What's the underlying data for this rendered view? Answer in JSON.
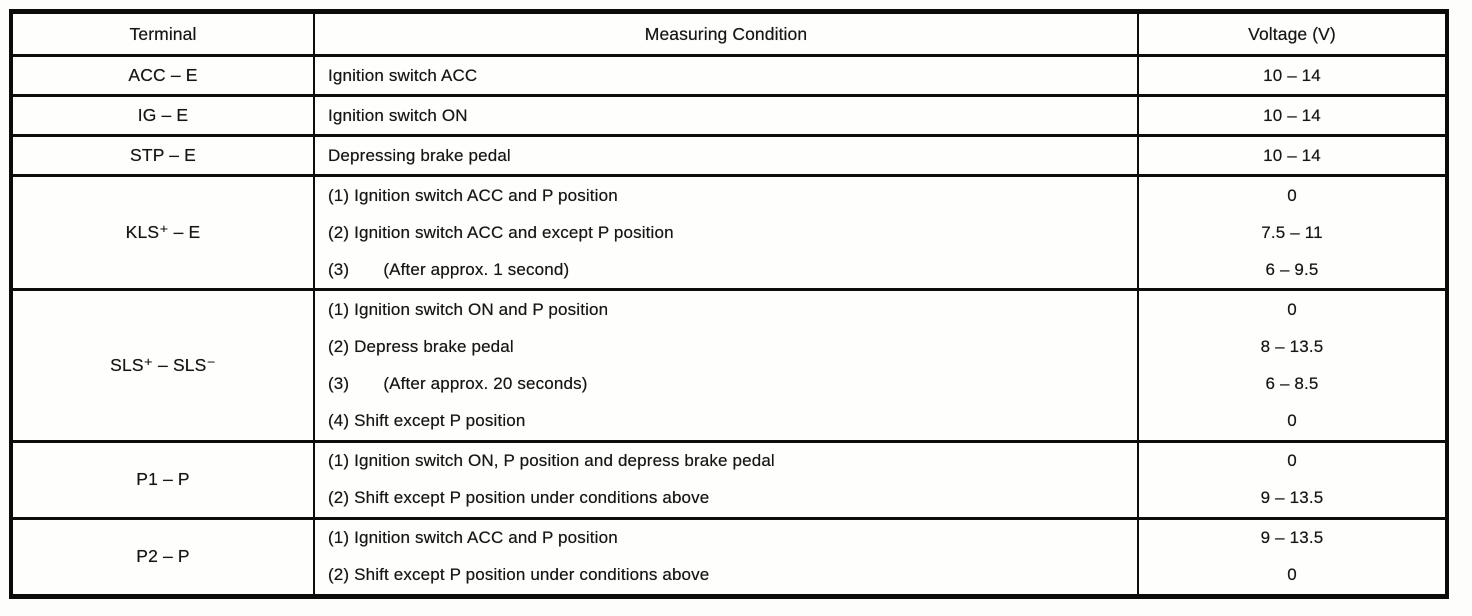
{
  "table": {
    "headers": {
      "terminal": "Terminal",
      "condition": "Measuring Condition",
      "voltage": "Voltage (V)"
    },
    "groups": [
      {
        "terminal": "ACC – E",
        "lines": [
          {
            "condition": "Ignition switch ACC",
            "voltage": "10 – 14"
          }
        ]
      },
      {
        "terminal": "IG – E",
        "lines": [
          {
            "condition": "Ignition switch ON",
            "voltage": "10 – 14"
          }
        ]
      },
      {
        "terminal": "STP – E",
        "lines": [
          {
            "condition": "Depressing brake pedal",
            "voltage": "10 – 14"
          }
        ]
      },
      {
        "terminal": "KLS⁺ – E",
        "lines": [
          {
            "condition": "(1) Ignition switch ACC and P position",
            "voltage": "0"
          },
          {
            "condition": "(2) Ignition switch ACC and except P position",
            "voltage": "7.5 – 11"
          },
          {
            "condition": "(3)       (After approx. 1 second)",
            "voltage": "6 – 9.5"
          }
        ]
      },
      {
        "terminal": "SLS⁺ – SLS⁻",
        "lines": [
          {
            "condition": "(1) Ignition switch ON and P position",
            "voltage": "0"
          },
          {
            "condition": "(2) Depress brake pedal",
            "voltage": "8 – 13.5"
          },
          {
            "condition": "(3)       (After approx. 20 seconds)",
            "voltage": "6 – 8.5"
          },
          {
            "condition": "(4) Shift except P position",
            "voltage": "0"
          }
        ]
      },
      {
        "terminal": "P1 – P",
        "lines": [
          {
            "condition": "(1) Ignition switch ON, P position and depress brake pedal",
            "voltage": "0"
          },
          {
            "condition": "(2) Shift except P position under conditions above",
            "voltage": "9 – 13.5"
          }
        ]
      },
      {
        "terminal": "P2 – P",
        "lines": [
          {
            "condition": "(1) Ignition switch ACC and P position",
            "voltage": "9 – 13.5"
          },
          {
            "condition": "(2) Shift except P position under conditions above",
            "voltage": "0"
          }
        ]
      }
    ]
  }
}
